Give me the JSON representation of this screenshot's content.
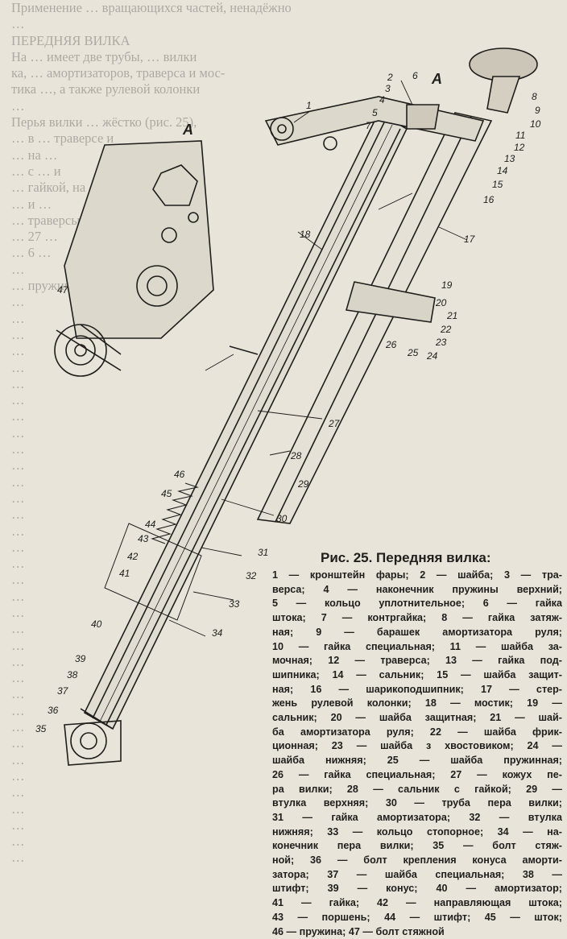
{
  "figure": {
    "title": "Рис. 25. Передняя вилка:",
    "view_label_a1": "А",
    "view_label_a2": "А",
    "caption_lines": [
      "1 — кронштейн фары; 2 — шайба; 3 — тра-",
      "верса; 4 — наконечник пружины верхний;",
      "5 — кольцо уплотнительное; 6 — гайка",
      "штока; 7 — контргайка; 8 — гайка затяж-",
      "ная; 9 — барашек амортизатора руля;",
      "10 — гайка специальная; 11 — шайба за-",
      "мочная; 12 — траверса; 13 — гайка под-",
      "шипника; 14 — сальник; 15 — шайба защит-",
      "ная; 16 — шарикоподшипник; 17 — стер-",
      "жень рулевой колонки; 18 — мостик; 19 —",
      "сальник; 20 — шайба защитная; 21 — шай-",
      "ба амортизатора руля; 22 — шайба фрик-",
      "ционная; 23 — шайба з хвостовиком; 24 —",
      "шайба нижняя; 25 — шайба пружинная;",
      "26 — гайка специальная; 27 — кожух пе-",
      "ра вилки; 28 — сальник с гайкой; 29 —",
      "втулка верхняя; 30 — труба пера вилки;",
      "31 — гайка амортизатора; 32 — втулка",
      "нижняя; 33 — кольцо стопорное; 34 — на-",
      "конечник пера вилки; 35 — болт стяж-",
      "ной; 36 — болт крепления конуса аморти-",
      "затора; 37 — шайба специальная; 38 —",
      "штифт; 39 — конус; 40 — амортизатор;",
      "41 — гайка; 42 — направляющая штока;",
      "43 — поршень; 44 — штифт; 45 — шток;",
      "46 — пружина; 47 — болт стяжной"
    ]
  },
  "background_text": [
    "Применение … вращающихся частей, ненадёжно",
    "…",
    "ПЕРЕДНЯЯ ВИЛКА",
    "На … имеет две трубы, … вилки",
    "ка, … амортизаторов, траверса и мос-",
    "тика …, а также рулевой колонки",
    "…",
    "Перья вилки … жёстко (рис. 25),",
    "… в … траверсе и",
    "… на …",
    "… с … и",
    "… гайкой, на",
    "… и …",
    "… траверсы … установлены",
    "… 27 …",
    "… 6 …",
    "…",
    "… пружины, а также",
    "…",
    "…",
    "…",
    "…",
    "…",
    "…",
    "…",
    "…",
    "…",
    "…",
    "…",
    "…",
    "…",
    "…",
    "…",
    "…",
    "…",
    "…",
    "…",
    "…",
    "…",
    "…",
    "…",
    "…",
    "…",
    "…",
    "…",
    "…",
    "…",
    "…",
    "…",
    "…",
    "…",
    "…",
    "…"
  ],
  "callouts": [
    "1",
    "2",
    "3",
    "4",
    "5",
    "6",
    "7",
    "8",
    "9",
    "10",
    "11",
    "12",
    "13",
    "14",
    "15",
    "16",
    "17",
    "18",
    "19",
    "20",
    "21",
    "22",
    "23",
    "24",
    "25",
    "26",
    "27",
    "28",
    "29",
    "30",
    "31",
    "32",
    "33",
    "34",
    "35",
    "36",
    "37",
    "38",
    "39",
    "40",
    "41",
    "42",
    "43",
    "44",
    "45",
    "46",
    "47"
  ]
}
